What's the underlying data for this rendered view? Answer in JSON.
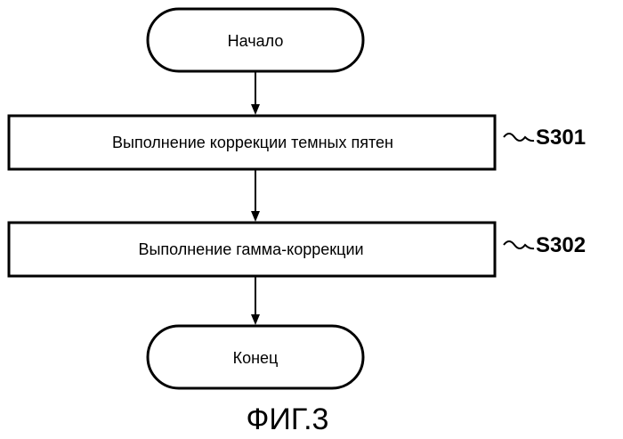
{
  "flowchart": {
    "start": {
      "label": "Начало"
    },
    "steps": [
      {
        "id": "S301",
        "label": "Выполнение коррекции темных пятен"
      },
      {
        "id": "S302",
        "label": "Выполнение гамма-коррекции"
      }
    ],
    "end": {
      "label": "Конец"
    }
  },
  "figure": {
    "caption": "ФИГ.3"
  }
}
